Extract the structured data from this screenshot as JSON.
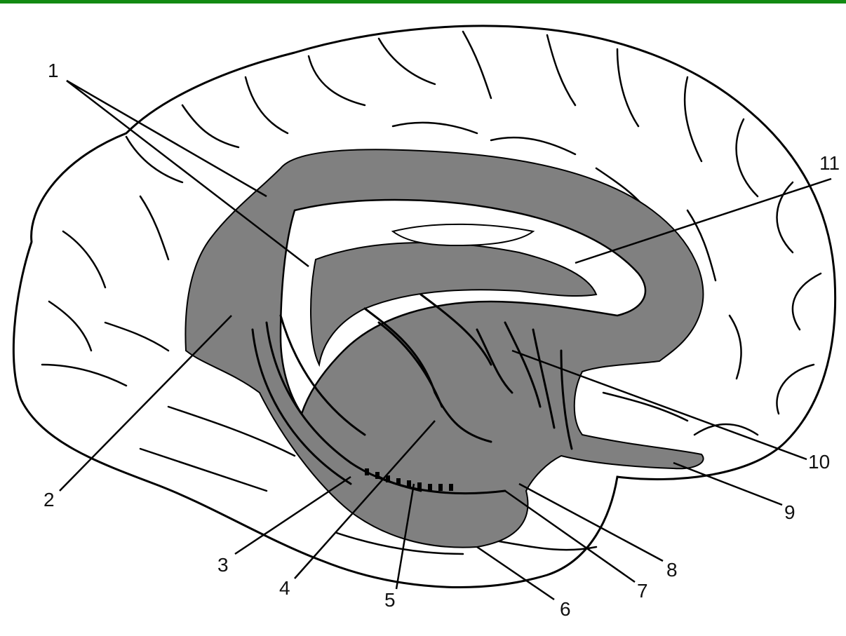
{
  "colors": {
    "accent_bar": "#138a13",
    "outline": "#000000",
    "limbic_fill": "#808080",
    "background": "#ffffff"
  },
  "callouts": [
    {
      "id": "1",
      "text": "1"
    },
    {
      "id": "2",
      "text": "2"
    },
    {
      "id": "3",
      "text": "3"
    },
    {
      "id": "4",
      "text": "4"
    },
    {
      "id": "5",
      "text": "5"
    },
    {
      "id": "6",
      "text": "6"
    },
    {
      "id": "7",
      "text": "7"
    },
    {
      "id": "8",
      "text": "8"
    },
    {
      "id": "9",
      "text": "9"
    },
    {
      "id": "10",
      "text": "10"
    },
    {
      "id": "11",
      "text": "11"
    }
  ]
}
